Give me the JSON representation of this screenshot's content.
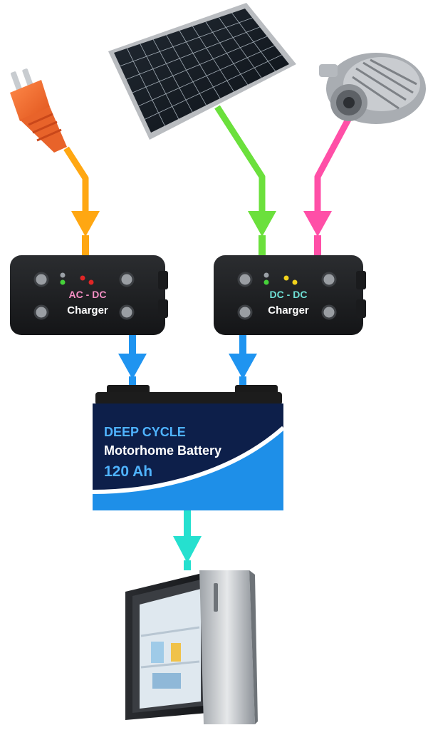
{
  "chargers": {
    "ac_dc": {
      "line1": "AC - DC",
      "line2": "Charger",
      "accent": "#f48fc4"
    },
    "dc_dc": {
      "line1": "DC - DC",
      "line2": "Charger",
      "accent": "#6fe0d6"
    }
  },
  "battery": {
    "line1": "DEEP CYCLE",
    "line2": "Motorhome Battery",
    "line3": "120 Ah"
  },
  "colors": {
    "mains_wire": "#ffa712",
    "solar_wire": "#6be03c",
    "alternator_wire": "#ff4fa7",
    "charge_wire": "#1f94f0",
    "load_wire": "#25e0cf",
    "battery_body": "#0d1f4a",
    "battery_swoosh": "#1e8fe8",
    "battery_accent_text": "#4fb3ff"
  },
  "icons": [
    "mains-plug-icon",
    "solar-panel-icon",
    "alternator-icon",
    "fridge-icon"
  ]
}
